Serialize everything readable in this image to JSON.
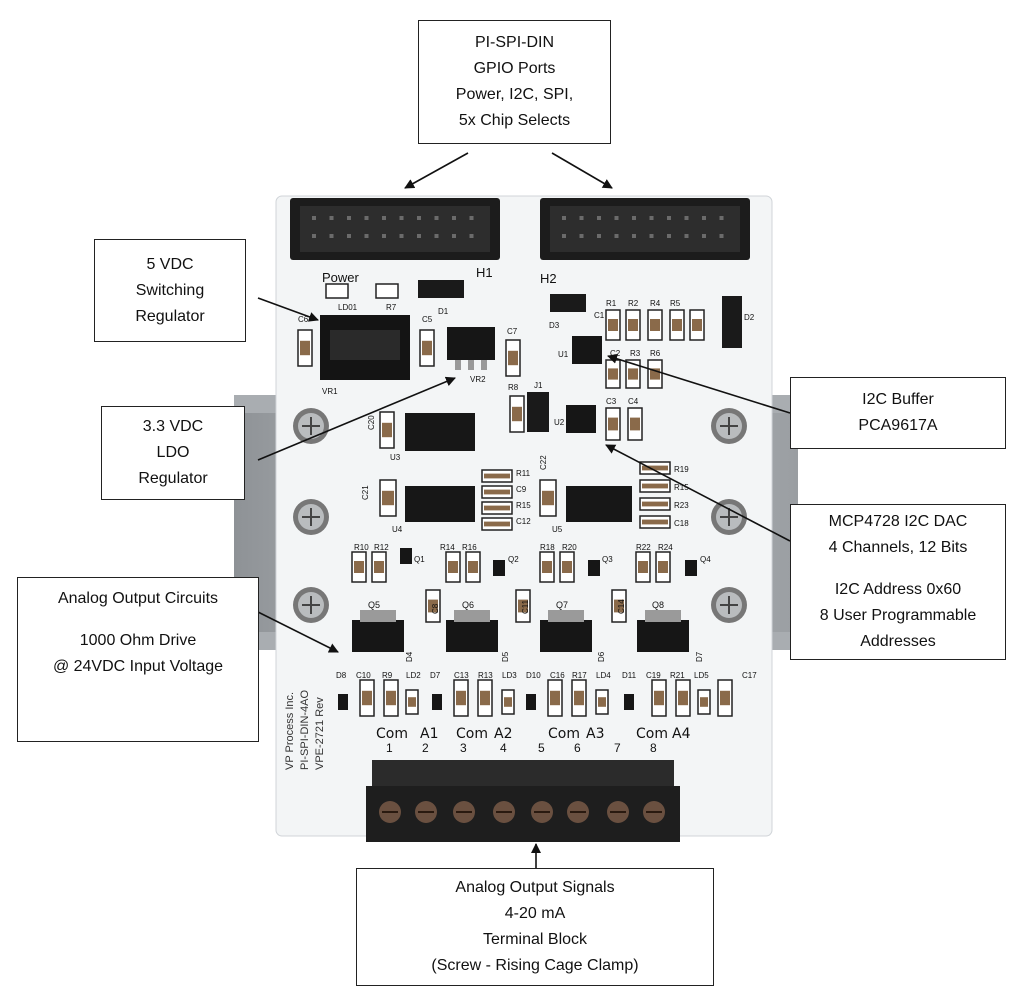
{
  "callouts": {
    "header": [
      "PI-SPI-DIN",
      "GPIO Ports",
      "Power, I2C, SPI,",
      "5x Chip Selects"
    ],
    "switching": [
      "5 VDC",
      "Switching",
      "Regulator"
    ],
    "ldo": [
      "3.3 VDC",
      "LDO",
      "Regulator"
    ],
    "buffer": [
      "I2C Buffer",
      "PCA9617A"
    ],
    "dac": [
      "MCP4728 I2C DAC",
      "4 Channels, 12 Bits",
      "I2C Address 0x60",
      "8 User Programmable",
      "Addresses"
    ],
    "analog_circuits": [
      "Analog Output Circuits",
      "1000 Ohm Drive",
      "@ 24VDC Input Voltage"
    ],
    "analog_signals": [
      "Analog Output Signals",
      "4-20 mA",
      "Terminal Block",
      "(Screw - Rising Cage Clamp)"
    ]
  },
  "board": {
    "labels": {
      "power": "Power",
      "h1": "H1",
      "h2": "H2",
      "vr1": "VR1",
      "vr2": "VR2",
      "u1": "U1",
      "u2": "U2",
      "u3": "U3",
      "u4": "U4",
      "u5": "U5",
      "j1": "J1",
      "ld01": "LD01",
      "r7": "R7",
      "d1": "D1",
      "d2": "D2",
      "d3": "D3",
      "c5": "C5",
      "c6": "C6",
      "c7": "C7",
      "r8": "R8"
    },
    "top_resistors": [
      "R1",
      "R2",
      "R4",
      "R5"
    ],
    "mid_resistors": [
      "R3",
      "R6"
    ],
    "caps_c": [
      "C1",
      "C2",
      "C3",
      "C4"
    ],
    "right_stack": [
      "R19",
      "R15",
      "R23",
      "C18"
    ],
    "center_stack": [
      "R11",
      "C9",
      "R15",
      "C12"
    ],
    "misc_caps": [
      "C21",
      "C22",
      "C20"
    ],
    "row_resistors": [
      "R10",
      "R12",
      "R14",
      "R16",
      "R18",
      "R20",
      "R22",
      "R24"
    ],
    "transistors_small": [
      "Q1",
      "Q2",
      "Q3",
      "Q4"
    ],
    "transistors": [
      "Q5",
      "Q6",
      "Q7",
      "Q8"
    ],
    "caps_row": [
      "C8",
      "C11",
      "C14"
    ],
    "diodes": [
      "D4",
      "D5",
      "D6",
      "D7"
    ],
    "bottom_labels": [
      "D8",
      "C10",
      "R9",
      "LD2",
      "D7",
      "C13",
      "R13",
      "LD3",
      "D10",
      "C16",
      "R17",
      "LD4",
      "D11",
      "C19",
      "R21",
      "LD5",
      "C17"
    ],
    "vertical_text": [
      "VP Process Inc.",
      "PI-SPI-DIN-4AO",
      "VPE-2721 Rev"
    ],
    "terminal_names": [
      "Com",
      "A1",
      "Com",
      "A2",
      "Com",
      "A3",
      "Com",
      "A4"
    ],
    "terminal_numbers": [
      "1",
      "2",
      "3",
      "4",
      "5",
      "6",
      "7",
      "8"
    ]
  }
}
